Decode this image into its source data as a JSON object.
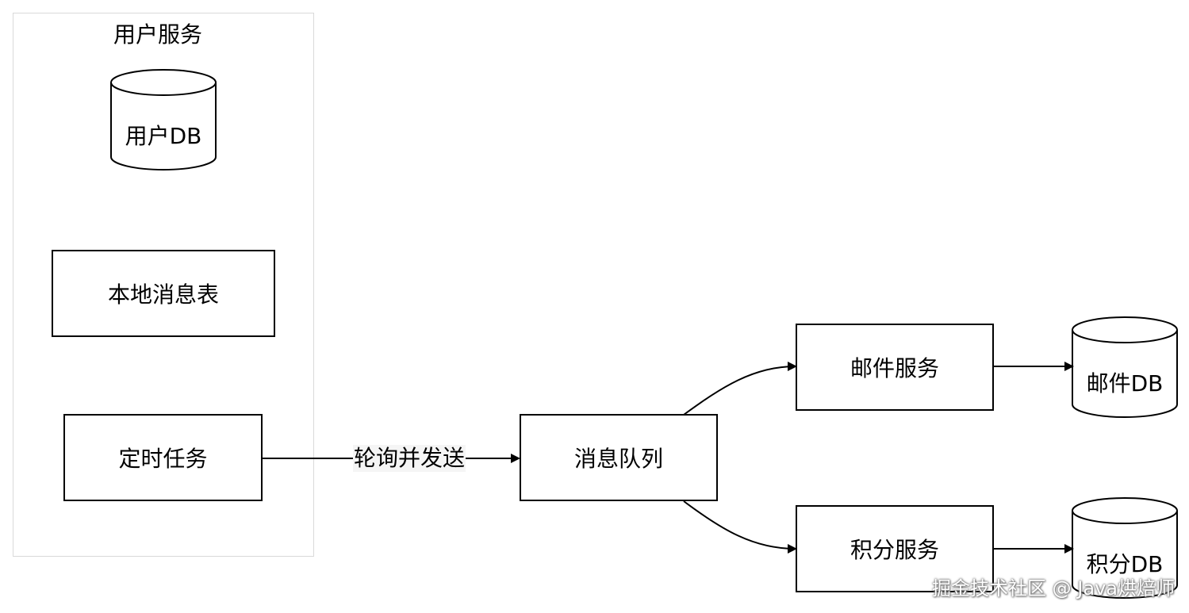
{
  "user_service": {
    "title": "用户服务",
    "db_label": "用户DB",
    "local_table_label": "本地消息表",
    "scheduled_task_label": "定时任务"
  },
  "edges": {
    "poll_and_send": "轮询并发送"
  },
  "queue": {
    "label": "消息队列"
  },
  "mail_service": {
    "label": "邮件服务",
    "db_label": "邮件DB"
  },
  "points_service": {
    "label": "积分服务",
    "db_label": "积分DB"
  },
  "watermark": "掘金技术社区 @ Java烘焙师"
}
